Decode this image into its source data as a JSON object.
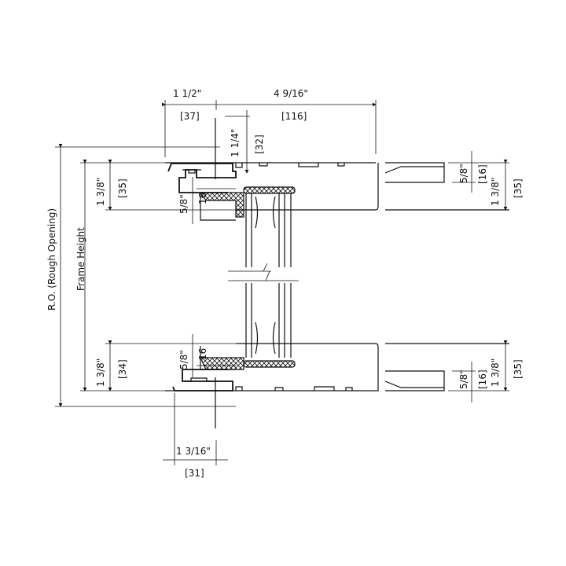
{
  "drawing": {
    "title_dims": {
      "top_left_in": "1 1/2\"",
      "top_left_mm": "[37]",
      "top_right_in": "4 9/16\"",
      "top_right_mm": "[116]",
      "fin_in": "1 1/4\"",
      "fin_mm": "[32]",
      "bottom_in": "1 3/16\"",
      "bottom_mm": "[31]"
    },
    "left_labels": {
      "rough_opening": "R.O. (Rough Opening)",
      "frame_height": "Frame Height",
      "head_in": "1 3/8\"",
      "head_mm": "[35]",
      "sill_in": "1 3/8\"",
      "sill_mm": "[34]",
      "head_glaze_in": "5/8\"",
      "head_glaze_mm": "16",
      "sill_glaze_in": "5/8\"",
      "sill_glaze_mm": "16"
    },
    "right_labels": {
      "top_small_in": "5/8\"",
      "top_small_mm": "[16]",
      "top_large_in": "1 3/8\"",
      "top_large_mm": "[35]",
      "bottom_small_in": "5/8\"",
      "bottom_small_mm": "[16]",
      "bottom_large_in": "1 3/8\"",
      "bottom_large_mm": "[35]"
    }
  }
}
